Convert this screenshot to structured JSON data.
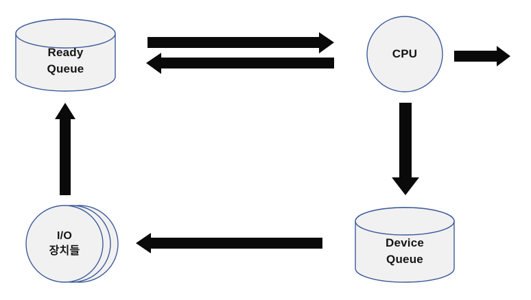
{
  "colors": {
    "background": "#ffffff",
    "node_fill": "#f1f1f1",
    "node_stroke": "#3c5a9a",
    "arrow": "#0a0a0a",
    "text": "#141414"
  },
  "nodes": {
    "ready_queue": {
      "shape": "cylinder",
      "line1": "Ready",
      "line2": "Queue"
    },
    "cpu": {
      "shape": "circle",
      "line1": "CPU"
    },
    "device_queue": {
      "shape": "cylinder",
      "line1": "Device",
      "line2": "Queue"
    },
    "io_devices": {
      "shape": "stacked-circles",
      "line1": "I/O",
      "line2": "장치들"
    }
  },
  "arrows": [
    {
      "from": "ready_queue",
      "to": "cpu",
      "direction": "right"
    },
    {
      "from": "cpu",
      "to": "ready_queue",
      "direction": "left"
    },
    {
      "from": "cpu",
      "to": "exit",
      "direction": "right"
    },
    {
      "from": "cpu",
      "to": "device_queue",
      "direction": "down"
    },
    {
      "from": "device_queue",
      "to": "io_devices",
      "direction": "left"
    },
    {
      "from": "io_devices",
      "to": "ready_queue",
      "direction": "up"
    }
  ]
}
